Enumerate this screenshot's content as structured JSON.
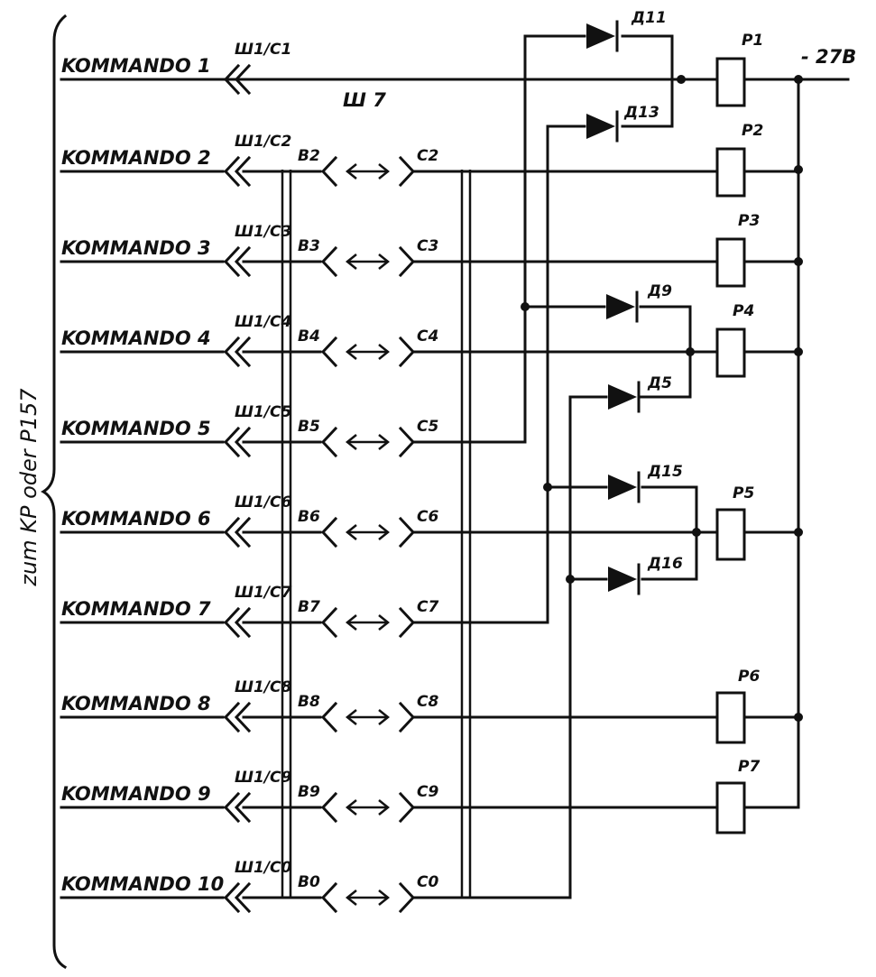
{
  "side_label": "zum KP oder P157",
  "supply_label": "- 27B",
  "cable_label": "Ш 7",
  "rows": [
    {
      "command": "KOMMANDO 1",
      "connector": "Ш1/C1",
      "b": "",
      "c": ""
    },
    {
      "command": "KOMMANDO 2",
      "connector": "Ш1/C2",
      "b": "B2",
      "c": "C2"
    },
    {
      "command": "KOMMANDO 3",
      "connector": "Ш1/C3",
      "b": "B3",
      "c": "C3"
    },
    {
      "command": "KOMMANDO 4",
      "connector": "Ш1/C4",
      "b": "B4",
      "c": "C4"
    },
    {
      "command": "KOMMANDO 5",
      "connector": "Ш1/C5",
      "b": "B5",
      "c": "C5"
    },
    {
      "command": "KOMMANDO 6",
      "connector": "Ш1/C6",
      "b": "B6",
      "c": "C6"
    },
    {
      "command": "KOMMANDO 7",
      "connector": "Ш1/C7",
      "b": "B7",
      "c": "C7"
    },
    {
      "command": "KOMMANDO 8",
      "connector": "Ш1/C8",
      "b": "B8",
      "c": "C8"
    },
    {
      "command": "KOMMANDO 9",
      "connector": "Ш1/C9",
      "b": "B9",
      "c": "C9"
    },
    {
      "command": "KOMMANDO 10",
      "connector": "Ш1/C0",
      "b": "B0",
      "c": "C0"
    }
  ],
  "relays": [
    "P1",
    "P2",
    "P3",
    "P4",
    "P5",
    "P6",
    "P7"
  ],
  "diodes": [
    "Д11",
    "Д13",
    "Д9",
    "Д5",
    "Д15",
    "Д16"
  ]
}
